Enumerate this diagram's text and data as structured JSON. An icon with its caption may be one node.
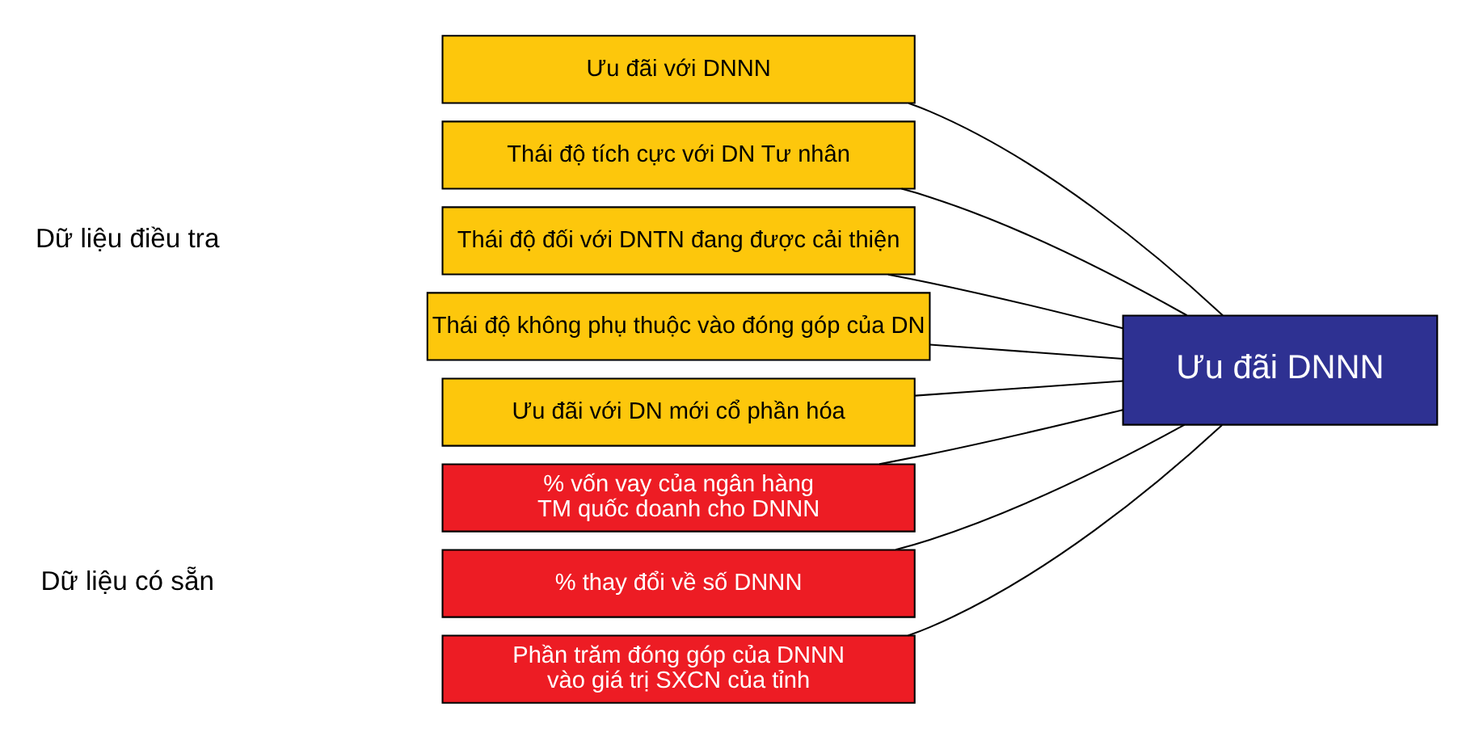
{
  "diagram": {
    "nodes": [
      {
        "text": [
          "Ưu đãi với DNNN"
        ]
      },
      {
        "text": [
          "Thái độ tích cực với DN Tư nhân"
        ]
      },
      {
        "text": [
          "Thái độ đối với DNTN đang được cải thiện"
        ]
      },
      {
        "text": [
          "Thái độ không phụ thuộc vào đóng góp của DN"
        ]
      },
      {
        "text": [
          "Ưu đãi với DN mới cổ phần hóa"
        ]
      },
      {
        "text": [
          "% vốn vay của ngân hàng TM quốc doanh cho DNNN"
        ]
      },
      {
        "text": [
          "% thay đổi về số DNNN"
        ]
      },
      {
        "text": [
          "Phần trăm đóng góp của DNNN vào giá trị SXCN của tỉnh"
        ]
      },
      {
        "text": [
          "Ưu đãi DNNN"
        ]
      }
    ],
    "edges": [
      {
        "from": 0,
        "to": 8,
        "arrow": "none"
      },
      {
        "from": 1,
        "to": 8,
        "arrow": "none"
      },
      {
        "from": 2,
        "to": 8,
        "arrow": "none"
      },
      {
        "from": 3,
        "to": 8,
        "arrow": "none"
      },
      {
        "from": 4,
        "to": 8,
        "arrow": "none"
      },
      {
        "from": 5,
        "to": 8,
        "arrow": "none"
      },
      {
        "from": 6,
        "to": 8,
        "arrow": "none"
      },
      {
        "from": 7,
        "to": 8,
        "arrow": "none"
      }
    ],
    "labels": [
      "Dữ liệu điều tra",
      "Dữ liệu có sẵn"
    ]
  }
}
